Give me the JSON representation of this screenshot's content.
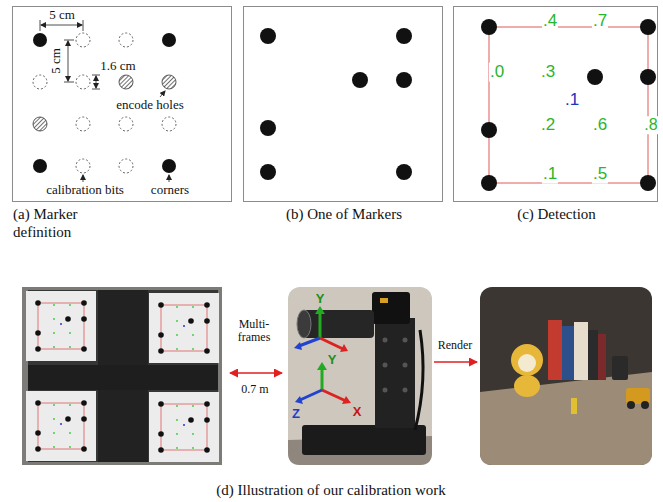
{
  "diagram": {
    "nodes": [
      {
        "text": [
          "(a) Marker definition"
        ]
      },
      {
        "text": [
          "(b) One of Markers"
        ]
      },
      {
        "text": [
          "(c) Detection"
        ]
      }
    ],
    "labels": [
      "5 cm",
      "5 cm",
      "1.6 cm",
      "encode holes",
      "calibration bits",
      "corners",
      ".4",
      ".7",
      ".0",
      ".3",
      ".1",
      ".2",
      ".6",
      ".8",
      ".1",
      ".5",
      "Multi-frames",
      "0.7 m",
      "Render",
      "Y",
      "Y",
      "Z",
      "X",
      "(d) Illustration of our calibration work"
    ]
  }
}
